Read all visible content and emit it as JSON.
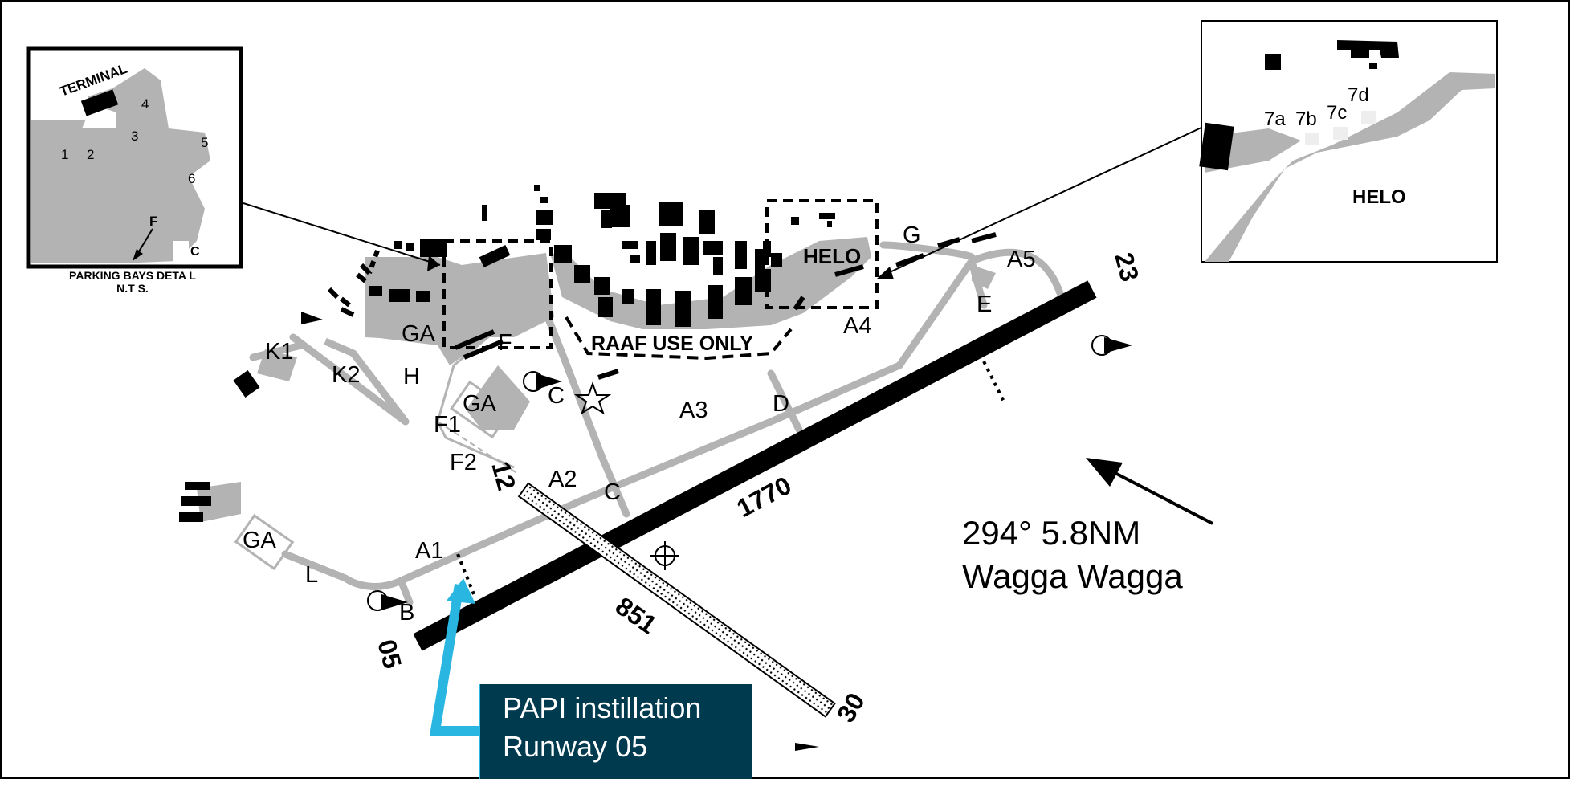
{
  "inset_left": {
    "terminal_label": "TERMINAL",
    "bays": [
      "1",
      "2",
      "3",
      "4",
      "5",
      "6"
    ],
    "f_label": "F",
    "c_label": "C",
    "caption_line1": "PARKING BAYS DETA L",
    "caption_line2": "N.T S."
  },
  "inset_right": {
    "bays": [
      "7a",
      "7b",
      "7c",
      "7d"
    ],
    "helo_label": "HELO"
  },
  "map": {
    "runway_main": {
      "end_sw": "05",
      "end_ne": "23",
      "length": "1770"
    },
    "runway_cross": {
      "end_nw": "12",
      "end_se": "30",
      "length": "851"
    },
    "taxiways": {
      "A1": "A1",
      "A2": "A2",
      "A3": "A3",
      "A4": "A4",
      "A5": "A5",
      "B": "B",
      "C_low": "C",
      "C_up": "C",
      "D": "D",
      "E": "E",
      "F": "F",
      "F1": "F1",
      "F2": "F2",
      "G": "G",
      "H": "H",
      "K1": "K1",
      "K2": "K2",
      "L": "L"
    },
    "ga_labels": [
      "GA",
      "GA",
      "GA"
    ],
    "helo_label": "HELO",
    "raaf_label": "RAAF USE ONLY",
    "bearing_line1": "294° 5.8NM",
    "bearing_line2": "Wagga Wagga"
  },
  "callout": {
    "line1": "PAPI instillation",
    "line2": "Runway 05",
    "color": "#003a4f",
    "arrow_color": "#29b6e0"
  }
}
